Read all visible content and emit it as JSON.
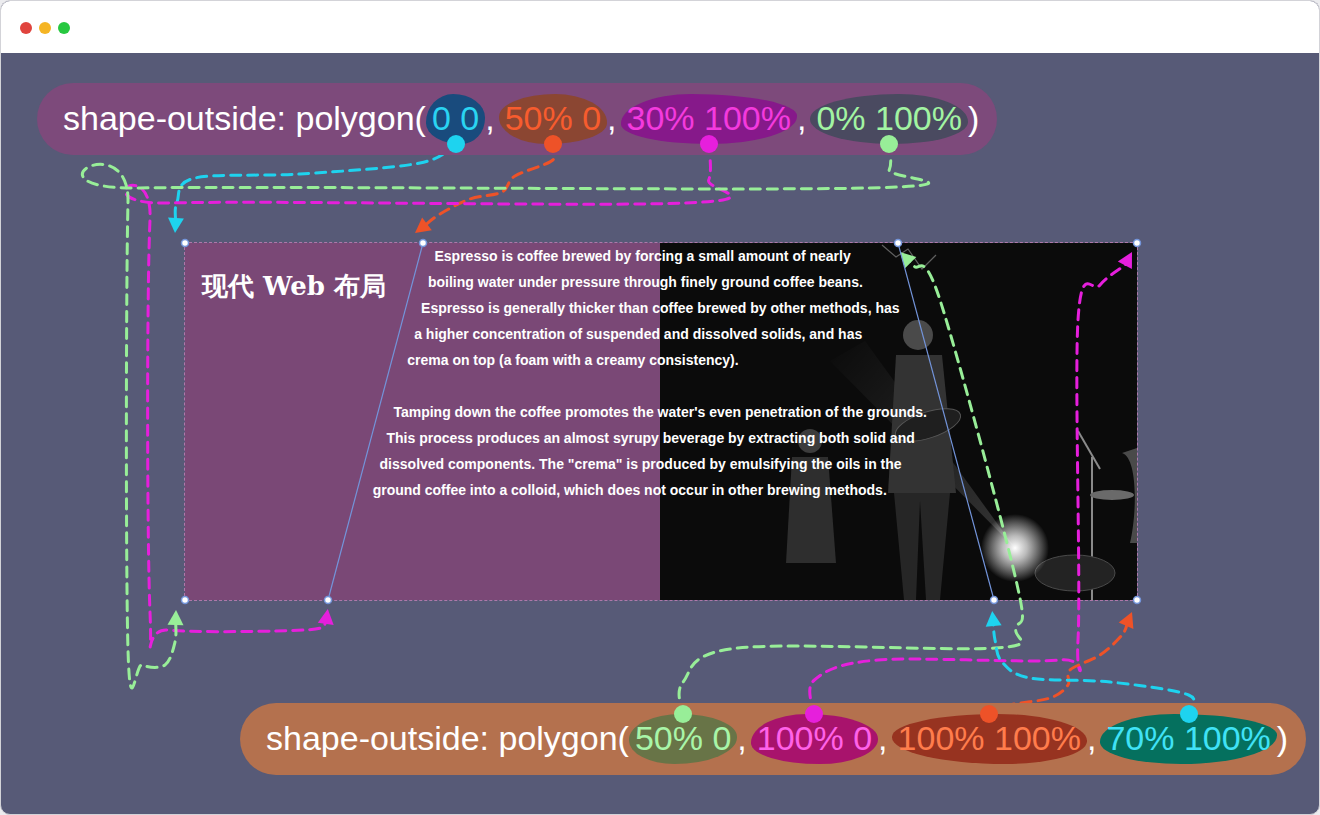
{
  "diagram": {
    "nodes": [
      {
        "text": [
          "shape-outside: polygon(",
          ",",
          ",",
          ",",
          ")"
        ]
      },
      {
        "text": [
          "0 0"
        ],
        "in": 0
      },
      {
        "text": [
          "50% 0"
        ],
        "in": 0
      },
      {
        "text": [
          "30% 100%"
        ],
        "in": 0
      },
      {
        "text": [
          "0% 100%"
        ],
        "in": 0
      },
      {
        "text": [
          "现代 Web 布局",
          "Espresso is coffee brewed by forcing a small amount of nearly boiling water under pressure through finely ground coffee beans. Espresso is generally thicker than coffee brewed by other methods, has a higher concentration of suspended and dissolved solids, and has crema on top (a foam with a creamy consistency).",
          "Tamping down the coffee promotes the water's even penetration of the grounds. This process produces an almost syrupy beverage by extracting both solid and dissolved components. The \"crema\" is produced by emulsifying the oils in the ground coffee into a colloid, which does not occur in other brewing methods."
        ]
      },
      {
        "text": [
          "shape-outside: polygon(",
          ",",
          ",",
          ",",
          ")"
        ]
      },
      {
        "text": [
          "50% 0"
        ],
        "in": 6
      },
      {
        "text": [
          "100% 0"
        ],
        "in": 6
      },
      {
        "text": [
          "100% 100%"
        ],
        "in": 6
      },
      {
        "text": [
          "70% 100%"
        ],
        "in": 6
      }
    ],
    "edges": [
      {
        "from": 1,
        "to": 5,
        "arrow": "to"
      },
      {
        "from": 2,
        "to": 5,
        "arrow": "to"
      },
      {
        "from": 3,
        "to": 5,
        "arrow": "to"
      },
      {
        "from": 4,
        "to": 5,
        "arrow": "to"
      },
      {
        "from": 7,
        "to": 5,
        "arrow": "to"
      },
      {
        "from": 8,
        "to": 5,
        "arrow": "to"
      },
      {
        "from": 9,
        "to": 5,
        "arrow": "to"
      },
      {
        "from": 10,
        "to": 5,
        "arrow": "to"
      }
    ]
  }
}
